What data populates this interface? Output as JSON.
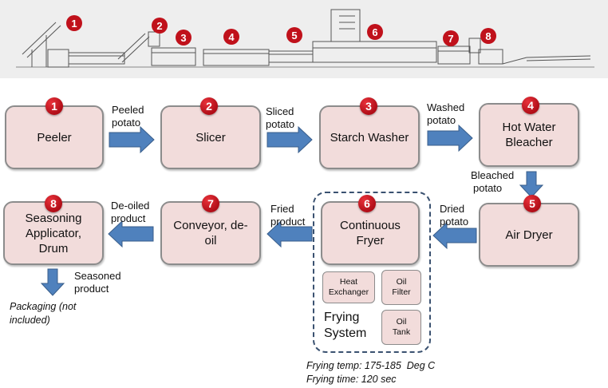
{
  "badges": {
    "n1": "1",
    "n2": "2",
    "n3": "3",
    "n4": "4",
    "n5": "5",
    "n6": "6",
    "n7": "7",
    "n8": "8"
  },
  "steps": {
    "peeler": "Peeler",
    "slicer": "Slicer",
    "starch_washer": "Starch Washer",
    "hot_water_bleacher": [
      "Hot Water",
      "Bleacher"
    ],
    "air_dryer": "Air Dryer",
    "continuous_fryer": [
      "Continuous",
      "Fryer"
    ],
    "conveyor_deoil": [
      "Conveyor, de-",
      "oil"
    ],
    "seasoning": [
      "Seasoning",
      "Applicator,",
      "Drum"
    ]
  },
  "frying_system": {
    "heat_exchanger": [
      "Heat",
      "Exchanger"
    ],
    "oil_filter": [
      "Oil",
      "Filter"
    ],
    "oil_tank": [
      "Oil",
      "Tank"
    ],
    "label": [
      "Frying",
      "System"
    ]
  },
  "flows": {
    "peeled": [
      "Peeled",
      "potato"
    ],
    "sliced": [
      "Sliced",
      "potato"
    ],
    "washed": [
      "Washed",
      "potato"
    ],
    "bleached": [
      "Bleached",
      "potato"
    ],
    "dried": [
      "Dried",
      "potato"
    ],
    "fried": [
      "Fried product"
    ],
    "deoiled": [
      "De-oiled",
      "product"
    ],
    "seasoned": [
      "Seasoned",
      "product"
    ]
  },
  "packaging_note": [
    "Packaging (not",
    "included)"
  ],
  "frying_notes": [
    "Frying temp: 175-185  Deg C",
    "Frying time: 120 sec"
  ],
  "colors": {
    "box_fill": "#f2dcdb",
    "box_border": "#8c8c8c",
    "arrow_fill": "#4f81bd",
    "arrow_stroke": "#385d8a",
    "badge": "#c0111b",
    "dashed_border": "#3a5170",
    "strip_bg": "#eeeeee"
  }
}
